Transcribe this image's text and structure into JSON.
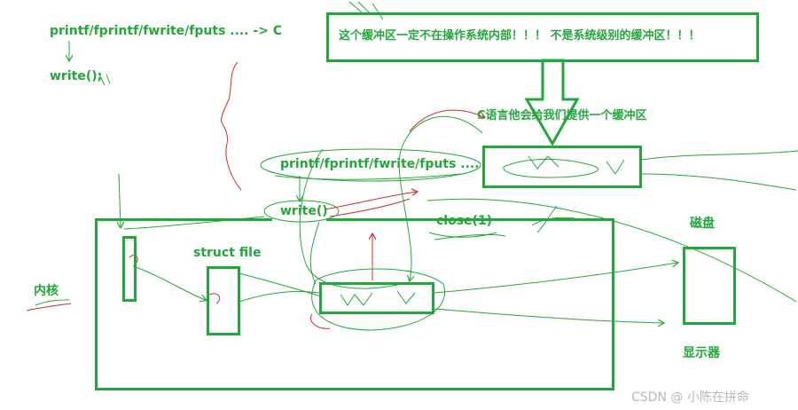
{
  "labels": {
    "top_left_funcs": "printf/fprintf/fwrite/fputs .... -> C",
    "top_left_write": "write();",
    "buffer_note": "这个缓冲区一定不在操作系统内部！！！ 不是系统级别的缓冲区！！！",
    "c_buffer_note": "C语言他会给我们提供一个缓冲区",
    "center_funcs": "printf/fprintf/fwrite/fputs ....",
    "center_write": "write()",
    "close_call": "close(1)",
    "struct_file": "struct file",
    "kernel": "内核",
    "disk": "磁盘",
    "display": "显示器"
  },
  "watermark": "CSDN @   小陈在拼命",
  "colors": {
    "green": "#22a83a",
    "red": "#d42a2a",
    "watermark": "#b8b8b8"
  }
}
